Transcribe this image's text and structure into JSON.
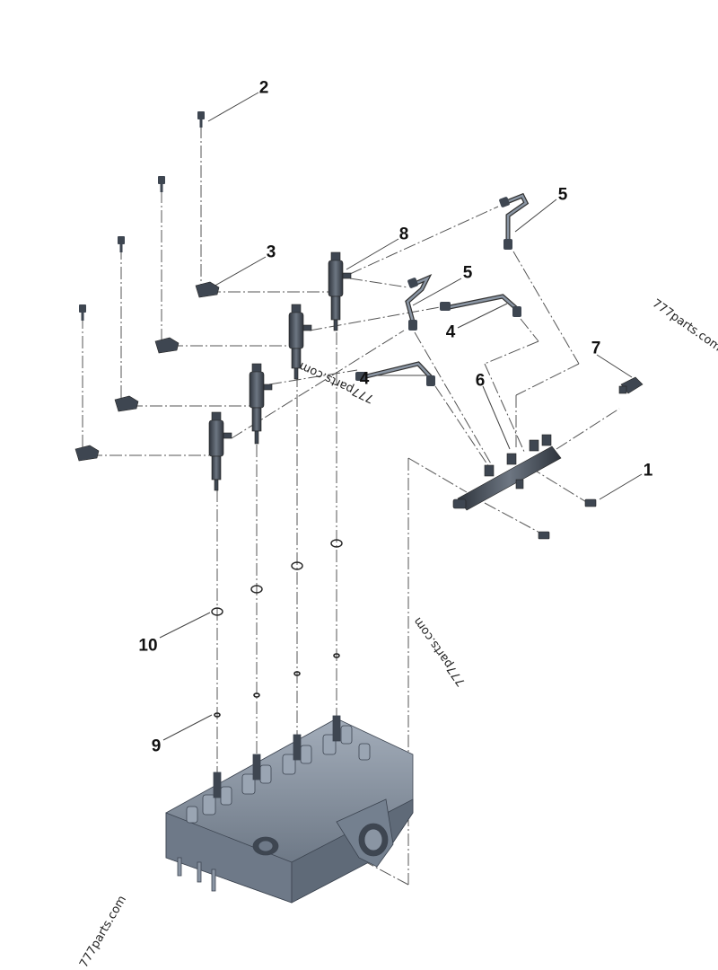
{
  "callouts": {
    "c1": "1",
    "c2": "2",
    "c3": "3",
    "c4a": "4",
    "c4b": "4",
    "c5a": "5",
    "c5b": "5",
    "c6": "6",
    "c7": "7",
    "c8": "8",
    "c9": "9",
    "c10": "10"
  },
  "watermark": "777parts.com",
  "colors": {
    "part_fill": "#3e4651",
    "part_light": "#8a95a3",
    "head_fill": "#7f8a99",
    "head_dark": "#4f5967",
    "leader": "#444444"
  }
}
